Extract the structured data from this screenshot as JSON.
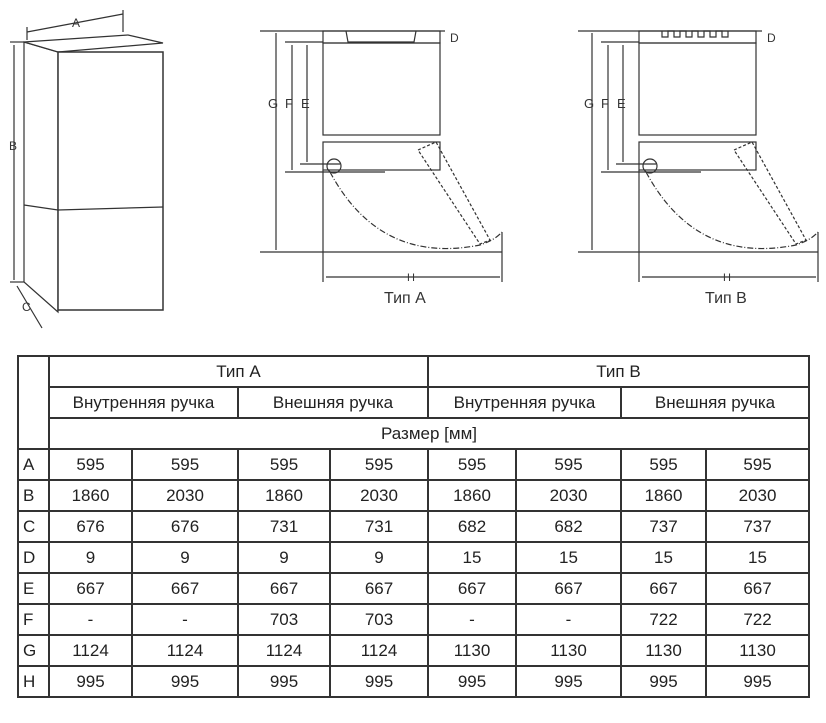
{
  "diagram": {
    "labels": {
      "A": "A",
      "B": "B",
      "C": "C",
      "D": "D",
      "E": "E",
      "F": "F",
      "G": "G",
      "H": "H"
    },
    "type_a_caption": "Тип A",
    "type_b_caption": "Тип B"
  },
  "table": {
    "type_headers": [
      "Тип A",
      "Тип B"
    ],
    "handle_headers": [
      "Внутренняя ручка",
      "Внешняя ручка",
      "Внутренняя ручка",
      "Внешняя ручка"
    ],
    "unit_header": "Размер [мм]",
    "rows": [
      {
        "label": "A",
        "values": [
          "595",
          "595",
          "595",
          "595",
          "595",
          "595",
          "595",
          "595"
        ]
      },
      {
        "label": "B",
        "values": [
          "1860",
          "2030",
          "1860",
          "2030",
          "1860",
          "2030",
          "1860",
          "2030"
        ]
      },
      {
        "label": "C",
        "values": [
          "676",
          "676",
          "731",
          "731",
          "682",
          "682",
          "737",
          "737"
        ]
      },
      {
        "label": "D",
        "values": [
          "9",
          "9",
          "9",
          "9",
          "15",
          "15",
          "15",
          "15"
        ]
      },
      {
        "label": "E",
        "values": [
          "667",
          "667",
          "667",
          "667",
          "667",
          "667",
          "667",
          "667"
        ]
      },
      {
        "label": "F",
        "values": [
          "-",
          "-",
          "703",
          "703",
          "-",
          "-",
          "722",
          "722"
        ]
      },
      {
        "label": "G",
        "values": [
          "1124",
          "1124",
          "1124",
          "1124",
          "1130",
          "1130",
          "1130",
          "1130"
        ]
      },
      {
        "label": "H",
        "values": [
          "995",
          "995",
          "995",
          "995",
          "995",
          "995",
          "995",
          "995"
        ]
      }
    ]
  }
}
